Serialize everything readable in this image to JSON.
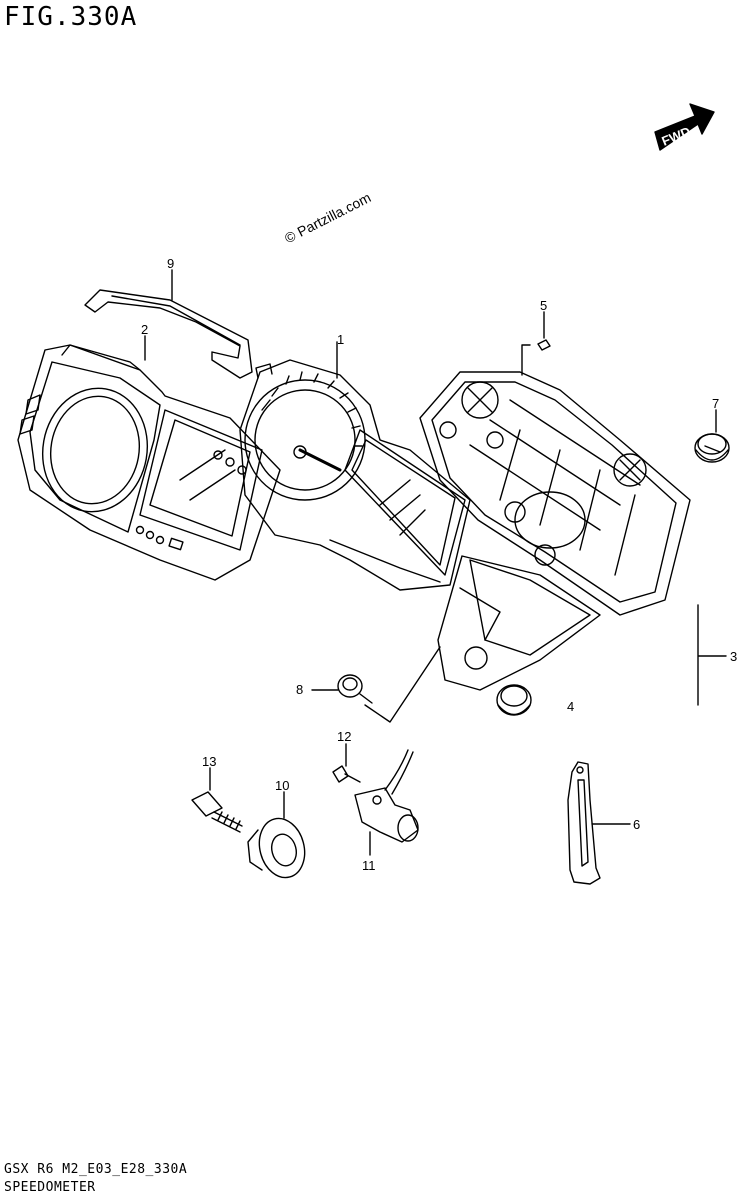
{
  "figure": {
    "title": "FIG.330A",
    "model_code": "GSX R6 M2_E03_E28_330A",
    "section_name": "SPEEDOMETER",
    "watermark": "© Partzilla.com",
    "direction_label": "FWD"
  },
  "callouts": [
    {
      "id": "callout-1",
      "label": "1"
    },
    {
      "id": "callout-2",
      "label": "2"
    },
    {
      "id": "callout-3",
      "label": "3"
    },
    {
      "id": "callout-4",
      "label": "4"
    },
    {
      "id": "callout-5",
      "label": "5"
    },
    {
      "id": "callout-6",
      "label": "6"
    },
    {
      "id": "callout-7",
      "label": "7"
    },
    {
      "id": "callout-8",
      "label": "8"
    },
    {
      "id": "callout-9",
      "label": "9"
    },
    {
      "id": "callout-10",
      "label": "10"
    },
    {
      "id": "callout-11",
      "label": "11"
    },
    {
      "id": "callout-12",
      "label": "12"
    },
    {
      "id": "callout-13",
      "label": "13"
    }
  ]
}
